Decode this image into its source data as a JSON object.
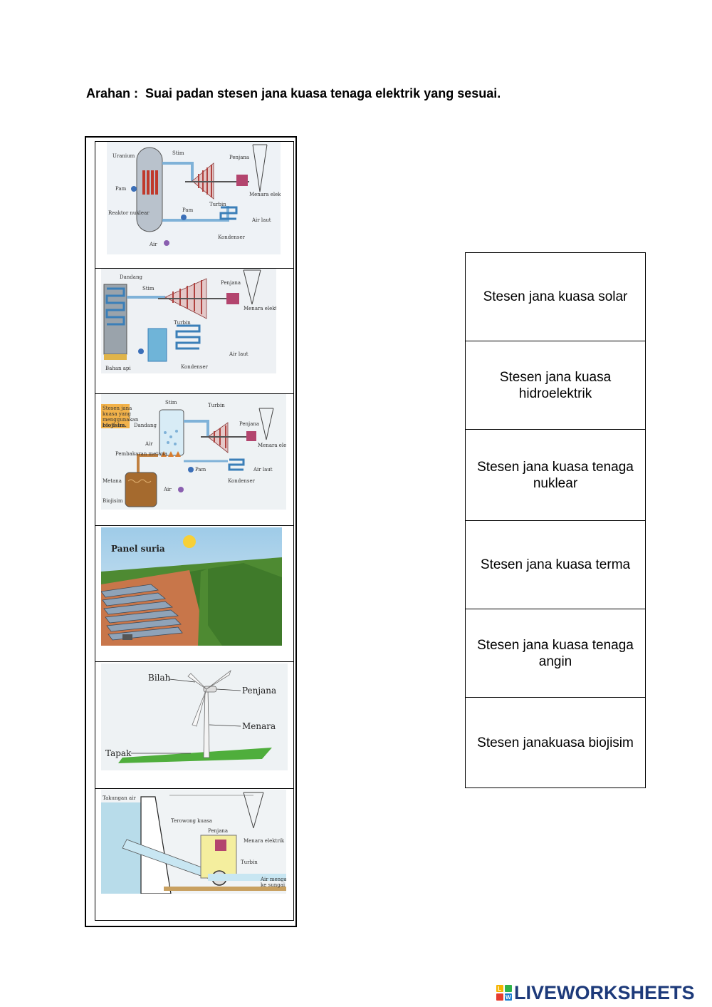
{
  "instruction": "Arahan :  Suai padan stesen jana kuasa tenaga elektrik yang sesuai.",
  "images": {
    "nuclear": {
      "labels": [
        "Uranium",
        "Stim",
        "Penjana",
        "Pam",
        "Menara elektrik",
        "Turbin",
        "Reaktor nuklear",
        "Pam",
        "Air laut",
        "Air",
        "Kondenser"
      ]
    },
    "thermal": {
      "labels": [
        "Dandang",
        "Stim",
        "Penjana",
        "Menara elektrik",
        "Turbin",
        "Air laut",
        "Bahan api",
        "Kondenser"
      ]
    },
    "biomass": {
      "note": "Stesen jana kuasa yang menggunakan biojisim.",
      "labels": [
        "Stim",
        "Turbin",
        "Dandang",
        "Penjana",
        "Air",
        "Menara elektrik",
        "Pembakaran metana",
        "Pam",
        "Air laut",
        "Metana",
        "Kondenser",
        "Air",
        "Biojisim"
      ]
    },
    "solar": {
      "labels": [
        "Panel suria"
      ]
    },
    "wind": {
      "labels": [
        "Bilah",
        "Penjana",
        "Menara",
        "Tapak"
      ]
    },
    "hydro": {
      "labels": [
        "Takungan air",
        "Terowong kuasa",
        "Penjana",
        "Menara elektrik",
        "Turbin",
        "Air mengalir ke sungai"
      ]
    }
  },
  "options": [
    "Stesen jana kuasa solar",
    "Stesen jana kuasa hidroelektrik",
    "Stesen jana kuasa tenaga nuklear",
    "Stesen jana kuasa terma",
    "Stesen jana kuasa tenaga angin",
    "Stesen janakuasa biojisim"
  ],
  "brand": {
    "logo_letters": "LW",
    "name": "LIVEWORKSHEETS",
    "colors": [
      "#f5b400",
      "#2fb34a",
      "#e63c2f",
      "#1d7fd1"
    ]
  }
}
